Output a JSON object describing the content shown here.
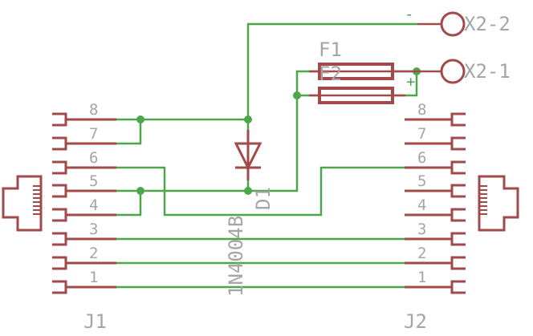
{
  "schematic": {
    "connectors": [
      {
        "ref": "J1",
        "pins": [
          "8",
          "7",
          "6",
          "5",
          "4",
          "3",
          "2",
          "1"
        ]
      },
      {
        "ref": "J2",
        "pins": [
          "8",
          "7",
          "6",
          "5",
          "4",
          "3",
          "2",
          "1"
        ]
      }
    ],
    "diode": {
      "ref": "D1",
      "value": "1N4004B"
    },
    "fuses": [
      {
        "ref": "F1"
      },
      {
        "ref": "F2"
      }
    ],
    "terminals": [
      {
        "ref": "X2-2",
        "polarity": "-"
      },
      {
        "ref": "X2-1",
        "polarity": "+"
      }
    ],
    "colors": {
      "component": "#a24a4a",
      "wire": "#4ea64a",
      "label": "#a5a5a5"
    }
  }
}
